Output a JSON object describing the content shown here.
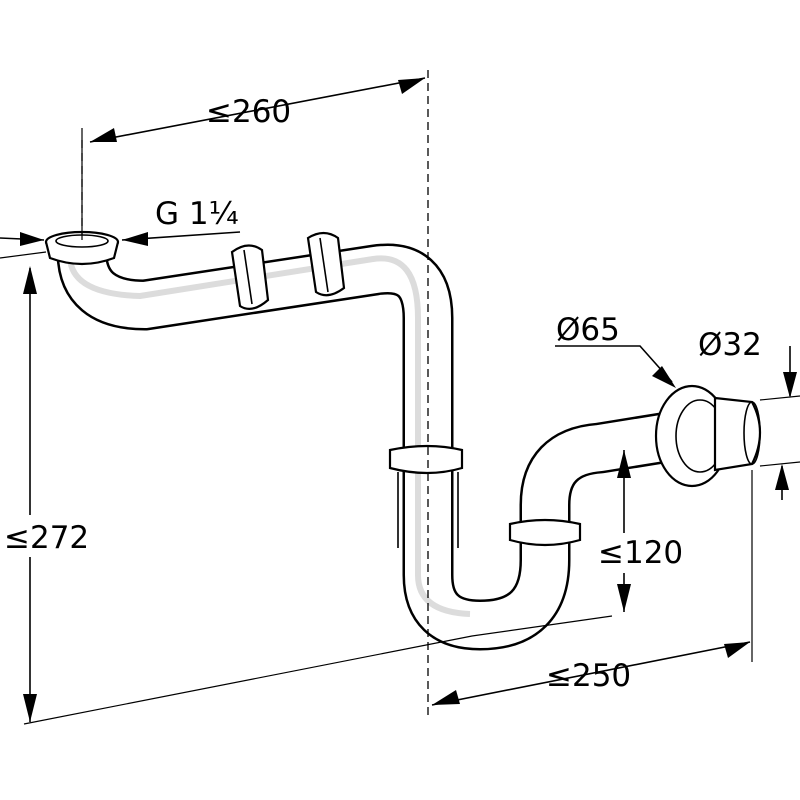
{
  "labels": {
    "horizontal_offset": "≤260",
    "thread": "G 1¼",
    "height": "≤272",
    "flange_diameter": "Ø65",
    "outlet_diameter": "Ø32",
    "outlet_height": "≤120",
    "depth": "≤250"
  }
}
